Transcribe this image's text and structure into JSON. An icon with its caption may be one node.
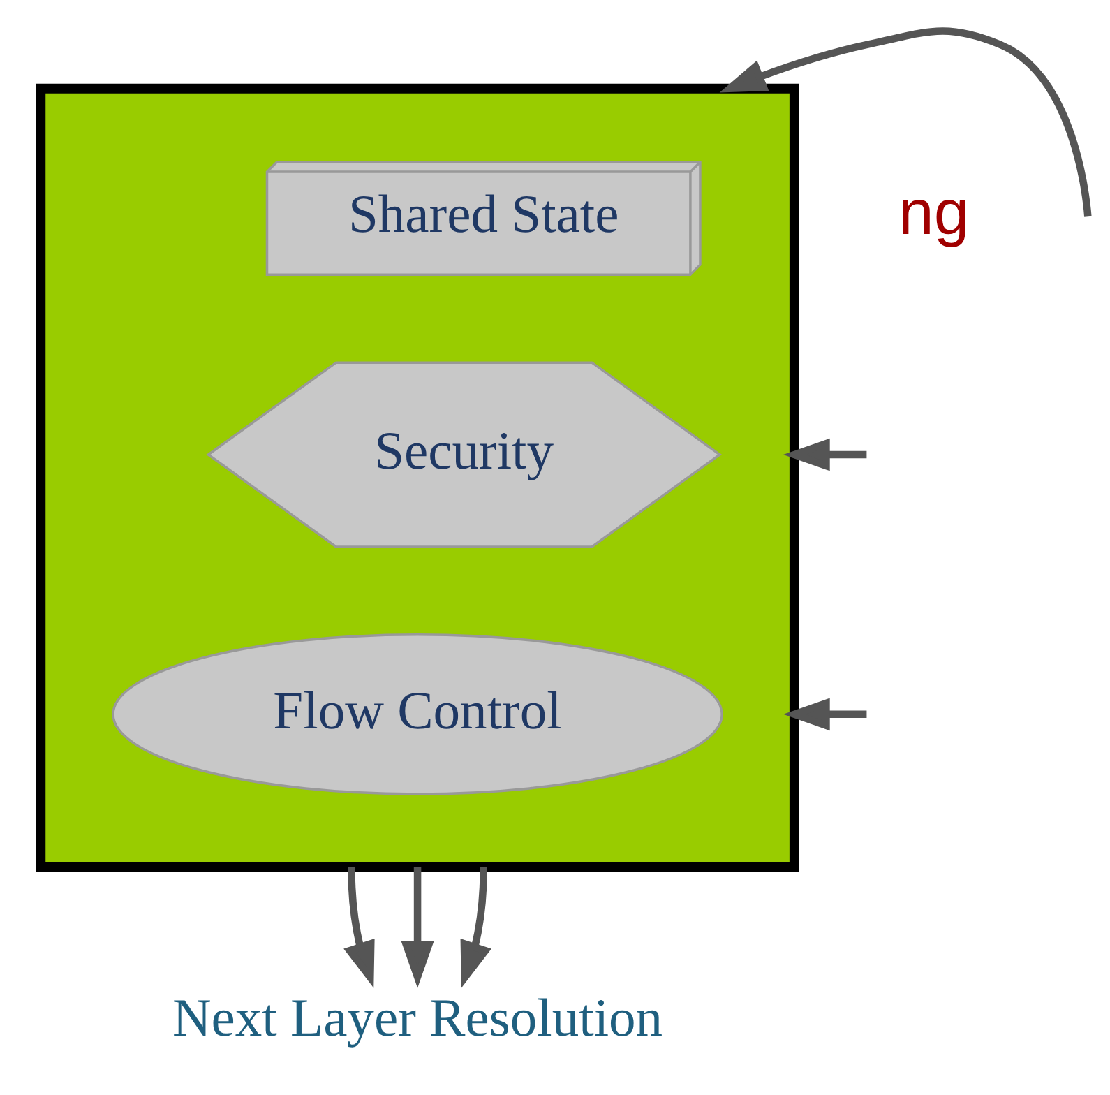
{
  "diagram": {
    "nodes": [
      {
        "text": [],
        "shape": "box"
      },
      {
        "text": [
          "Shared State"
        ],
        "in": 0
      },
      {
        "text": [
          "Security"
        ],
        "in": 0
      },
      {
        "text": [
          "Flow Control"
        ],
        "in": 0
      },
      {
        "text": [
          "Next Layer Resolution"
        ]
      }
    ],
    "edges": [
      {
        "from": null,
        "to": 0,
        "arrow": "to"
      },
      {
        "from": null,
        "to": 0,
        "arrow": "to"
      },
      {
        "from": null,
        "to": 0,
        "arrow": "to"
      },
      {
        "from": 0,
        "to": 4,
        "arrow": "to"
      },
      {
        "from": 0,
        "to": 4,
        "arrow": "to"
      },
      {
        "from": 0,
        "to": 4,
        "arrow": "to"
      }
    ],
    "labels": [
      "ng"
    ]
  }
}
